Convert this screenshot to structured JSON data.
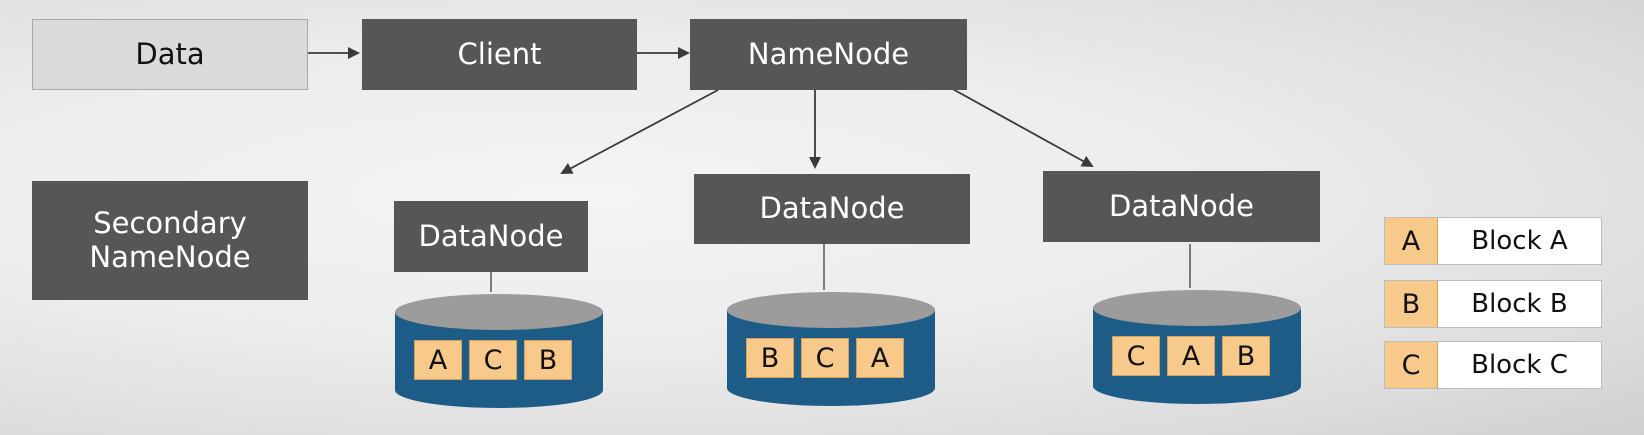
{
  "nodes": {
    "data": "Data",
    "client": "Client",
    "namenode": "NameNode",
    "secondary_line1": "Secondary",
    "secondary_line2": "NameNode",
    "datanode1": "DataNode",
    "datanode2": "DataNode",
    "datanode3": "DataNode"
  },
  "storage": {
    "datanode1_blocks": [
      "A",
      "C",
      "B"
    ],
    "datanode2_blocks": [
      "B",
      "C",
      "A"
    ],
    "datanode3_blocks": [
      "C",
      "A",
      "B"
    ]
  },
  "legend": [
    {
      "key": "A",
      "label": "Block A"
    },
    {
      "key": "B",
      "label": "Block B"
    },
    {
      "key": "C",
      "label": "Block C"
    }
  ],
  "colors": {
    "node_dark": "#565656",
    "node_light": "#dadada",
    "block": "#f7c98a",
    "disk_top": "#9c9c9c",
    "disk_body": "#1d5c86",
    "arrow": "#3a3a3a"
  }
}
